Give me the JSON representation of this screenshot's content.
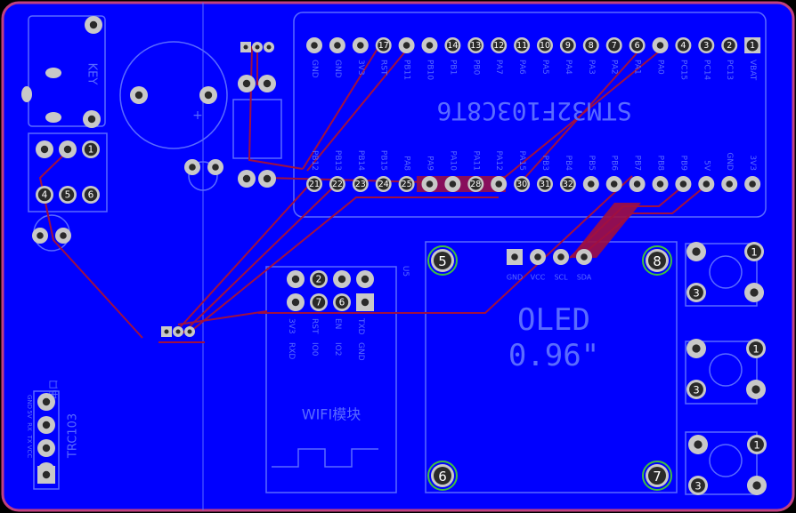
{
  "colors": {
    "background": "#0000ff",
    "silk": "#5a6bff",
    "edge": "#c04080",
    "trace": "#a01040",
    "pad": "#c8c8c8",
    "padHole": "#2a2a2a",
    "padLabel": "#ffffff",
    "mountRing": "#40c040"
  },
  "mcu": {
    "name": "STM32F103C8T6",
    "top_pin_numbers": [
      "",
      "",
      "",
      "17",
      "",
      "",
      "14",
      "13",
      "12",
      "11",
      "10",
      "9",
      "8",
      "7",
      "6",
      "",
      "4",
      "3",
      "2",
      "1"
    ],
    "top_pin_labels": [
      "GND",
      "GND",
      "3V3",
      "RST",
      "PB11",
      "PB10",
      "PB1",
      "PB0",
      "PA7",
      "PA6",
      "PA5",
      "PA4",
      "PA3",
      "PA2",
      "PA1",
      "PA0",
      "PC15",
      "PC14",
      "PC13",
      "VBAT"
    ],
    "bottom_pin_numbers": [
      "21",
      "22",
      "23",
      "24",
      "25",
      "",
      "",
      "28",
      "",
      "30",
      "31",
      "32",
      "",
      "",
      "",
      "",
      "",
      "",
      "",
      ""
    ],
    "bottom_pin_labels": [
      "PB12",
      "PB13",
      "PB14",
      "PB15",
      "PA8",
      "PA9",
      "PA10",
      "PA11",
      "PA12",
      "PA15",
      "PB3",
      "PB4",
      "PB5",
      "PB6",
      "PB7",
      "PB8",
      "PB9",
      "5V",
      "GND",
      "3V3"
    ]
  },
  "oled": {
    "title": "OLED",
    "size": "0.96\"",
    "pins": [
      "GND",
      "VCC",
      "SCL",
      "SDA"
    ]
  },
  "wifi": {
    "title": "WIFI模块",
    "ref": "U5",
    "pin_labels_top": [
      "RST",
      "IO0",
      "TXD",
      "GND"
    ],
    "pin_labels_bottom": [
      "3V3",
      "RXD",
      "EN",
      "IO2"
    ],
    "pad_numbers": [
      "2",
      "7",
      "6"
    ]
  },
  "mount_holes": [
    "5",
    "8",
    "6",
    "7"
  ],
  "buttons": [
    {
      "top": "1",
      "bottom": "3"
    },
    {
      "top": "1",
      "bottom": "3"
    },
    {
      "top": "1",
      "bottom": "3"
    }
  ],
  "left_connector": {
    "title": "TRC103",
    "side_label": "串口",
    "pins": [
      "GND",
      "5V",
      "RX",
      "TX",
      "VCC"
    ]
  },
  "left_ic_pads": [
    "1",
    "4",
    "5",
    "6"
  ],
  "left_switch_label": "KEY"
}
